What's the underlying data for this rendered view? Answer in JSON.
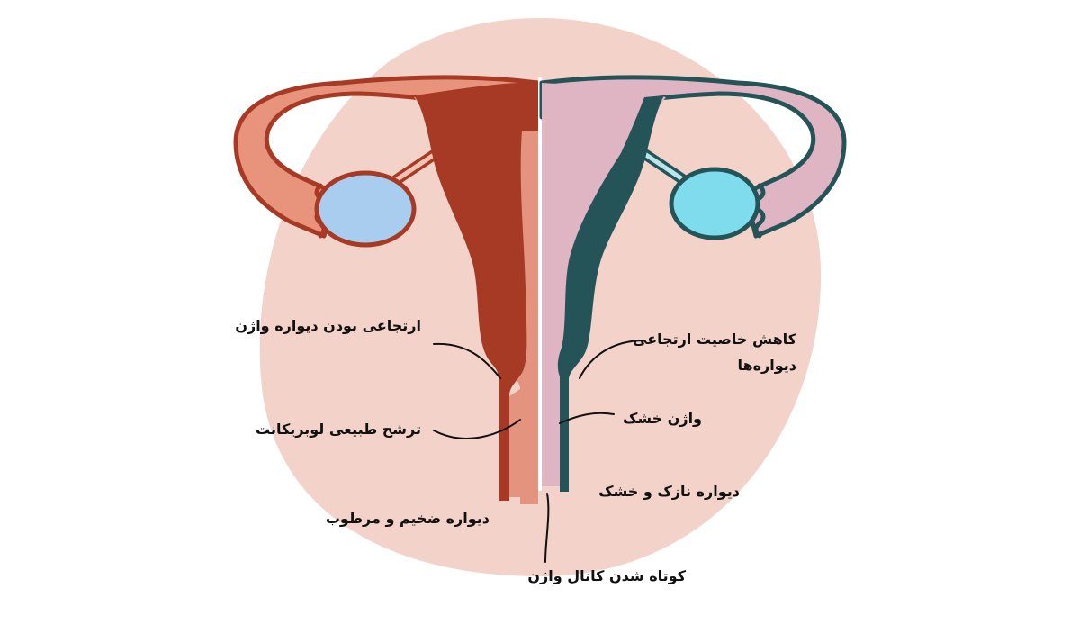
{
  "labels": {
    "left": {
      "elastic_wall": "ارتجاعی بودن دیواره واژن",
      "lubrication": "ترشح طبیعی لوبریکانت",
      "thick_wall": "دیواره ضخیم و مرطوب"
    },
    "right": {
      "reduced_elasticity_line1": "کاهش خاصیت ارتجاعی",
      "reduced_elasticity_line2": "دیواره‌ها",
      "dry_vagina": "واژن خشک",
      "thin_dry_wall": "دیواره نازک و خشک"
    },
    "bottom": {
      "shortened_canal": "کوتاه شدن کانال واژن"
    }
  },
  "colors": {
    "background_blob": "#f3d3c9",
    "healthy_dark": "#a63a24",
    "healthy_light": "#e4937f",
    "healthy_outer": "#e8937c",
    "healthy_ovary": "#a9cdee",
    "atrophic_dark": "#245458",
    "atrophic_light": "#e0b5c3",
    "atrophic_ovary": "#7fdcec",
    "leader_line": "#111111"
  }
}
